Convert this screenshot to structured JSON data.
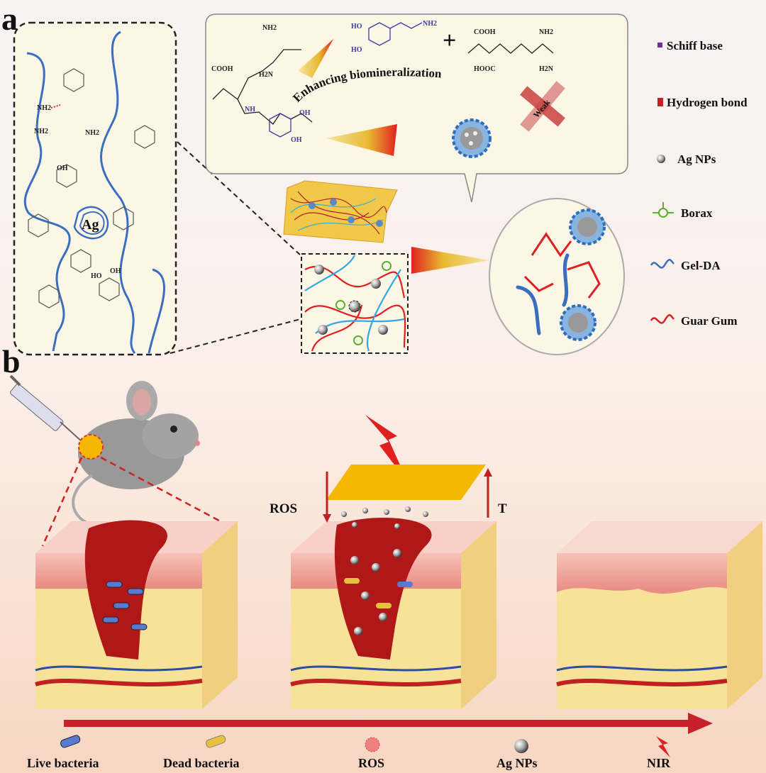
{
  "panels": {
    "a": "a",
    "b": "b"
  },
  "panel_a": {
    "inset_center_label": "Ag",
    "chem_labels": [
      "NH2",
      "NH2",
      "NH2",
      "OH",
      "OH",
      "HO"
    ],
    "bubble": {
      "left_amine": "NH2",
      "left_cooh": "COOH",
      "left_h2n": "H2N",
      "nh": "NH",
      "oh1": "OH",
      "oh2": "OH",
      "dopamine_ho1": "HO",
      "dopamine_ho2": "HO",
      "dopamine_nh2": "NH2",
      "plus": "+",
      "right_cooh": "COOH",
      "right_nh2": "NH2",
      "right_hooc": "HOOC",
      "right_h2n": "H2N",
      "curve_text": "Enhancing biomineralization",
      "weak": "Weak"
    },
    "legend": [
      {
        "label": "Schiff base",
        "icon": "purple-square",
        "color": "#6a2fa0"
      },
      {
        "label": "Hydrogen bond",
        "icon": "red-square",
        "color": "#c8202a"
      },
      {
        "label": "Ag NPs",
        "icon": "silver-sphere",
        "color": "#888888"
      },
      {
        "label": "Borax",
        "icon": "green-ring",
        "color": "#5cb030"
      },
      {
        "label": "Gel-DA",
        "icon": "blue-wave",
        "color": "#3a6fc0"
      },
      {
        "label": "Guar Gum",
        "icon": "red-wave",
        "color": "#d42020"
      }
    ]
  },
  "panel_b": {
    "ros_arrow": "ROS",
    "t_arrow": "T",
    "legend": [
      {
        "label": "Live bacteria",
        "icon": "live-bacteria"
      },
      {
        "label": "Dead bacteria",
        "icon": "dead-bacteria"
      },
      {
        "label": "ROS",
        "icon": "ros"
      },
      {
        "label": "Ag NPs",
        "icon": "ag-nps"
      },
      {
        "label": "NIR",
        "icon": "lightning"
      }
    ]
  },
  "colors": {
    "gel_da": "#3a6fc0",
    "guar_gum": "#d42020",
    "wound": "#b01818",
    "gold": "#f5b800",
    "timeline": "#c8202a"
  }
}
